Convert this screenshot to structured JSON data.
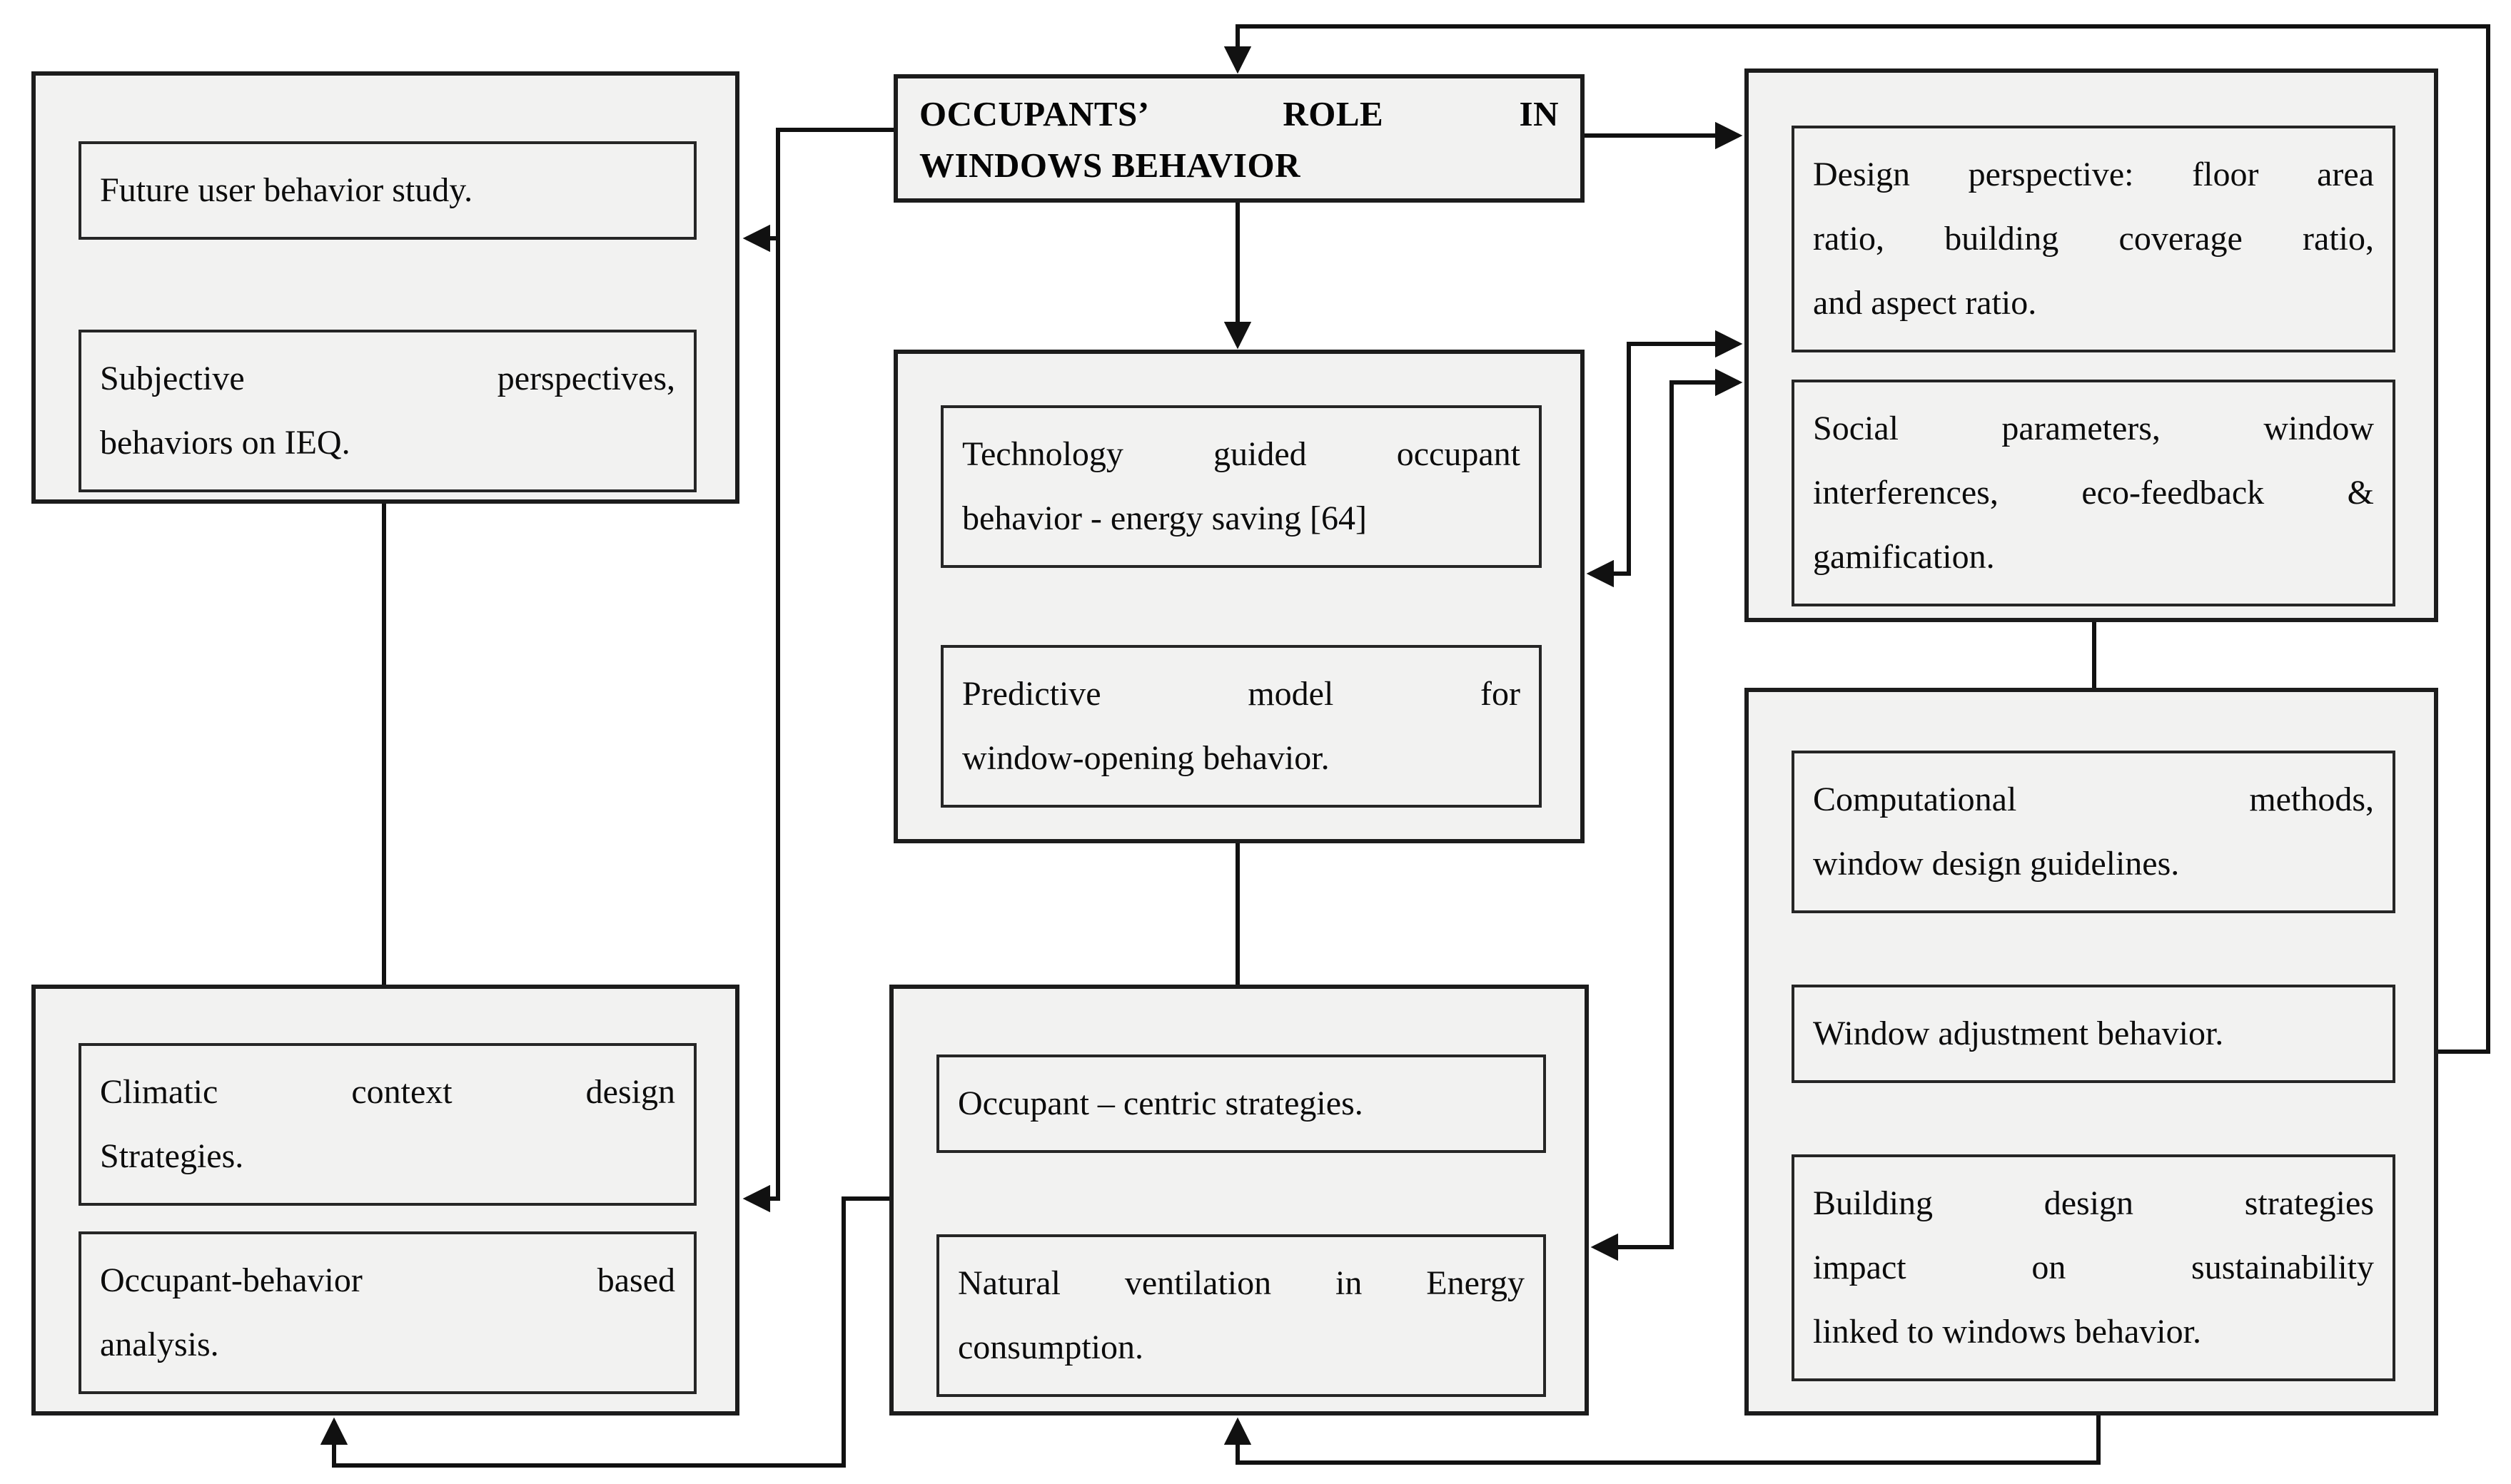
{
  "colors": {
    "background": "#ffffff",
    "box_fill": "#f2f2f1",
    "box_border": "#1c1c1c",
    "connector": "#111111"
  },
  "title": {
    "lines": [
      "OCCUPANTS’ ROLE IN",
      "WINDOWS BEHAVIOR"
    ]
  },
  "boxes": {
    "left_top": {
      "notes": [
        {
          "lines": [
            "Future user behavior study."
          ]
        },
        {
          "lines": [
            "Subjective perspectives,",
            "behaviors on  IEQ."
          ]
        }
      ]
    },
    "left_bottom": {
      "notes": [
        {
          "lines": [
            "Climatic context design",
            "Strategies."
          ]
        },
        {
          "lines": [
            "Occupant-behavior based",
            "analysis."
          ]
        }
      ]
    },
    "center_middle": {
      "notes": [
        {
          "lines": [
            "Technology guided occupant",
            "behavior - energy saving [64]"
          ]
        },
        {
          "lines": [
            "Predictive model for",
            "window-opening behavior."
          ]
        }
      ]
    },
    "center_bottom": {
      "notes": [
        {
          "lines": [
            "Occupant – centric strategies."
          ]
        },
        {
          "lines": [
            "Natural ventilation in Energy",
            "consumption."
          ]
        }
      ]
    },
    "right_top": {
      "notes": [
        {
          "lines": [
            "Design perspective: floor area",
            "ratio, building coverage ratio,",
            "and  aspect ratio."
          ]
        },
        {
          "lines": [
            "Social parameters, window",
            "interferences, eco-feedback &",
            "gamification."
          ]
        }
      ]
    },
    "right_bottom": {
      "notes": [
        {
          "lines": [
            "Computational methods,",
            "window design  guidelines."
          ]
        },
        {
          "lines": [
            "Window adjustment behavior."
          ]
        },
        {
          "lines": [
            "Building design strategies",
            "impact on sustainability",
            "linked to windows behavior."
          ]
        }
      ]
    }
  }
}
